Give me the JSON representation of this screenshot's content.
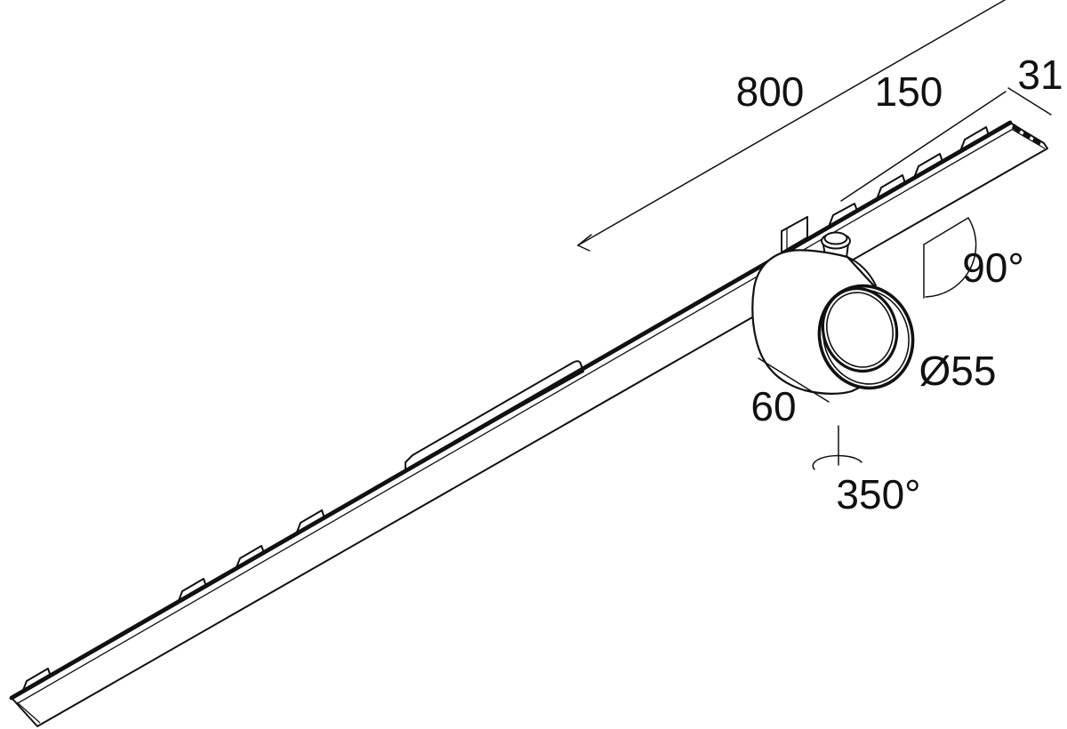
{
  "figure": {
    "type": "technical-dimension-drawing",
    "subject": "linear track profile with cylindrical spotlight head",
    "line_color": "#111111",
    "background_color": "#ffffff"
  },
  "dimensions": {
    "track_length": "800",
    "end_section_length": "150",
    "profile_width": "31",
    "tilt_angle": "90°",
    "head_diameter": "Ø55",
    "head_length": "60",
    "rotation_angle": "350°"
  }
}
